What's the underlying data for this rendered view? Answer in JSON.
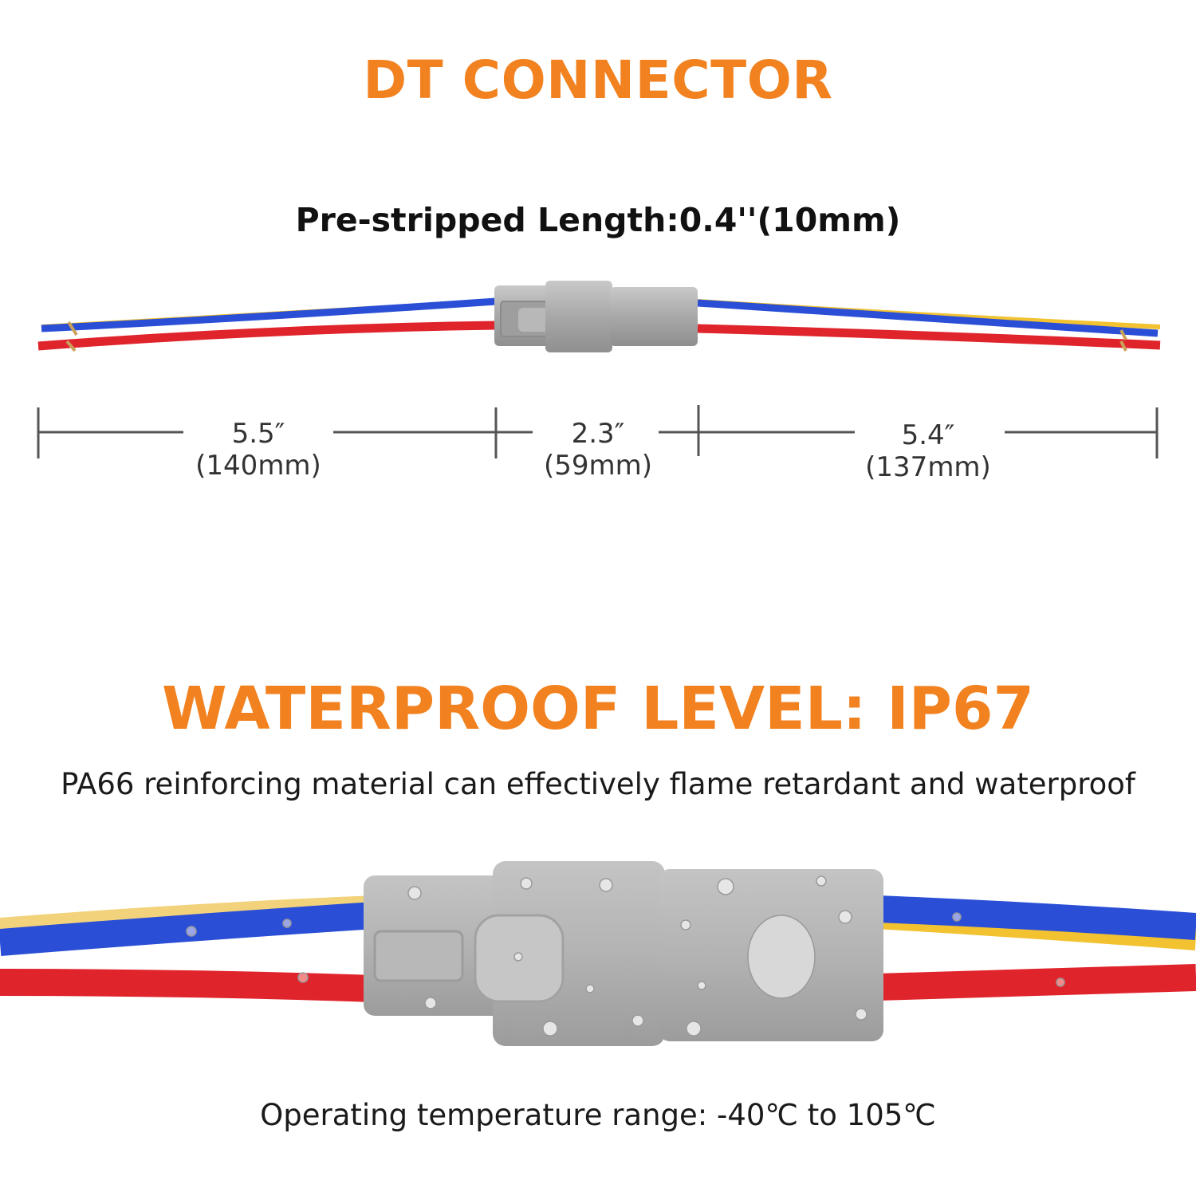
{
  "title": "DT CONNECTOR",
  "pre_stripped": "Pre-stripped Length:0.4''(10mm)",
  "dimensions": [
    {
      "inch": "5.5″",
      "mm": "(140mm)"
    },
    {
      "inch": "2.3″",
      "mm": "(59mm)"
    },
    {
      "inch": "5.4″",
      "mm": "(137mm)"
    }
  ],
  "waterproof_title": "WATERPROOF LEVEL: IP67",
  "material_text": "PA66 reinforcing material can effectively flame retardant and waterproof",
  "temperature_text": "Operating temperature range: -40℃ to 105℃",
  "colors": {
    "accent": "#f28220",
    "wire_blue": "#2a4fd6",
    "wire_red": "#e0242c",
    "wire_yellow": "#f2c230",
    "connector_gray": "#a9a9a9"
  }
}
